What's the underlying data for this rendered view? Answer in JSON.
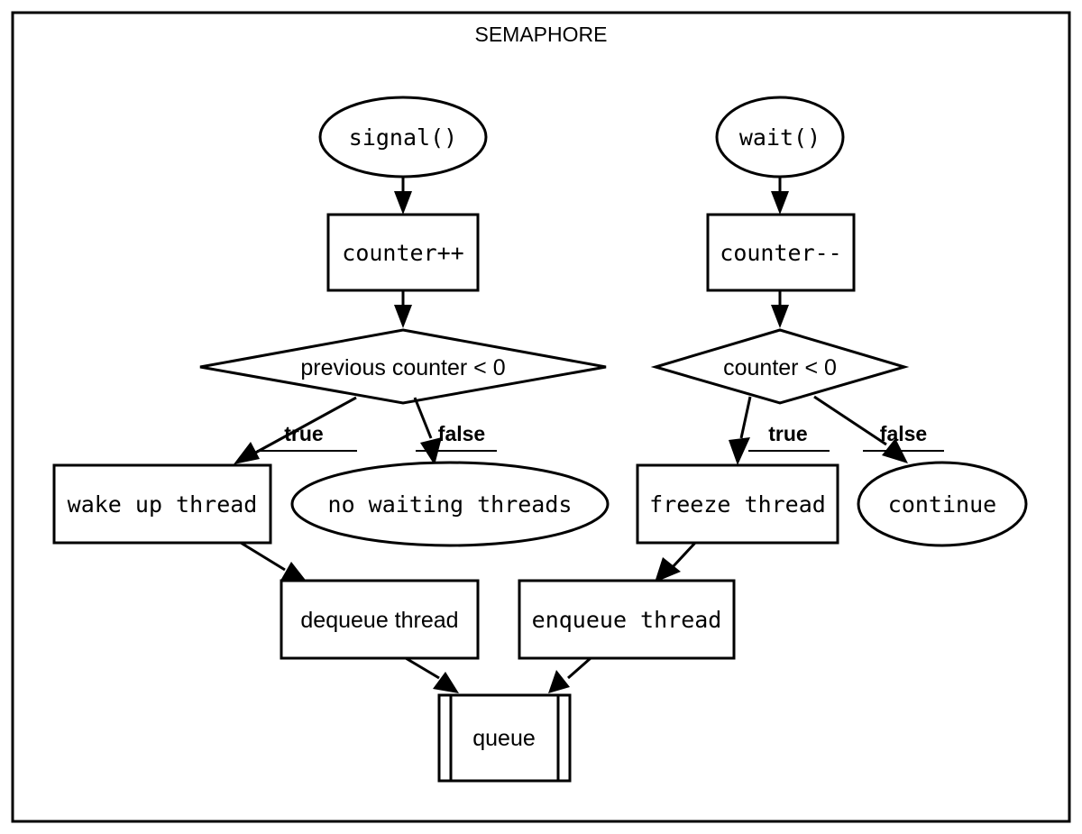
{
  "diagram": {
    "title": "SEMAPHORE",
    "type": "flowchart",
    "background_color": "#ffffff",
    "stroke_color": "#000000",
    "nodes": {
      "signal": {
        "label": "signal()",
        "shape": "ellipse"
      },
      "counter_inc": {
        "label": "counter++",
        "shape": "rectangle"
      },
      "prev_counter_check": {
        "label": "previous counter < 0",
        "shape": "diamond"
      },
      "wake_up_thread": {
        "label": "wake up thread",
        "shape": "rectangle"
      },
      "no_waiting_threads": {
        "label": "no waiting threads",
        "shape": "ellipse"
      },
      "dequeue_thread": {
        "label": "dequeue thread",
        "shape": "rectangle"
      },
      "wait": {
        "label": "wait()",
        "shape": "ellipse"
      },
      "counter_dec": {
        "label": "counter--",
        "shape": "rectangle"
      },
      "counter_check": {
        "label": "counter < 0",
        "shape": "diamond"
      },
      "freeze_thread": {
        "label": "freeze thread",
        "shape": "rectangle"
      },
      "continue": {
        "label": "continue",
        "shape": "ellipse"
      },
      "enqueue_thread": {
        "label": "enqueue thread",
        "shape": "rectangle"
      },
      "queue": {
        "label": "queue",
        "shape": "subroutine"
      }
    },
    "edge_labels": {
      "left_true": "true",
      "left_false": "false",
      "right_true": "true",
      "right_false": "false"
    }
  }
}
